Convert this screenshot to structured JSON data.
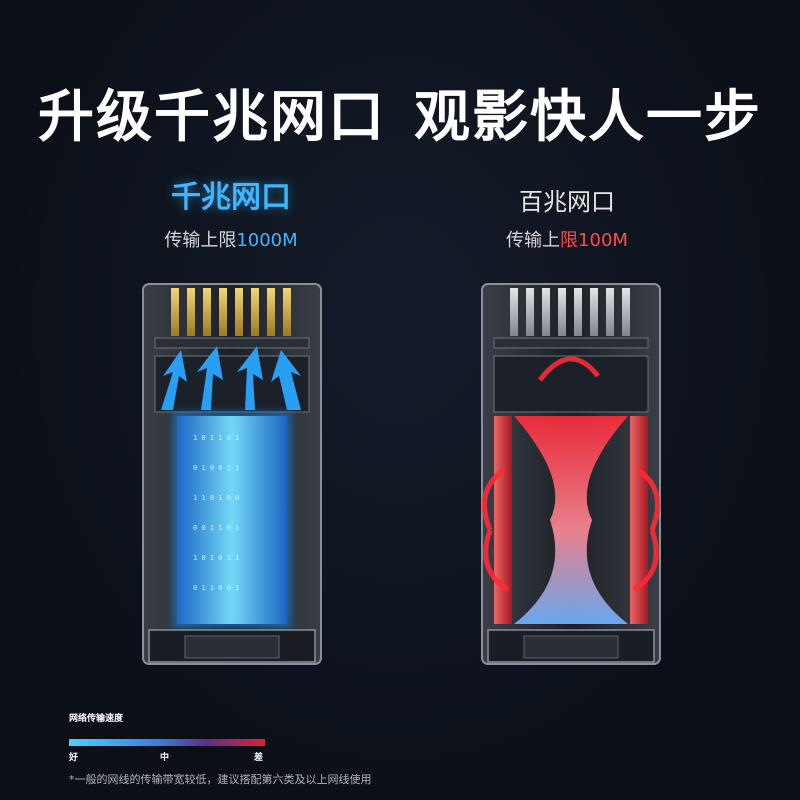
{
  "headline": {
    "part1": "升级千兆网口",
    "part2": "观影快人一步"
  },
  "columns": {
    "left": {
      "title": "千兆网口",
      "subtitle_prefix": "传输上限",
      "subtitle_value": "1000M"
    },
    "right": {
      "title": "百兆网口",
      "subtitle_prefix": "传输上",
      "subtitle_value": "限100M"
    }
  },
  "legend": {
    "title": "网络传输速度",
    "ticks": {
      "good": "好",
      "mid": "中",
      "bad": "差"
    }
  },
  "footnote": "*一般的网线的传输带宽较低，建议搭配第六类及以上网线使用",
  "colors": {
    "background": "#0b1018",
    "accent_blue": "#3fb6ff",
    "accent_red": "#ff4b4b",
    "gold_pins": "#d8b24a",
    "silver_pins": "#b9bec6"
  },
  "icons": {
    "left_flow": "fast-flow-arrows",
    "right_flow": "bottleneck-swirl-arrows"
  }
}
